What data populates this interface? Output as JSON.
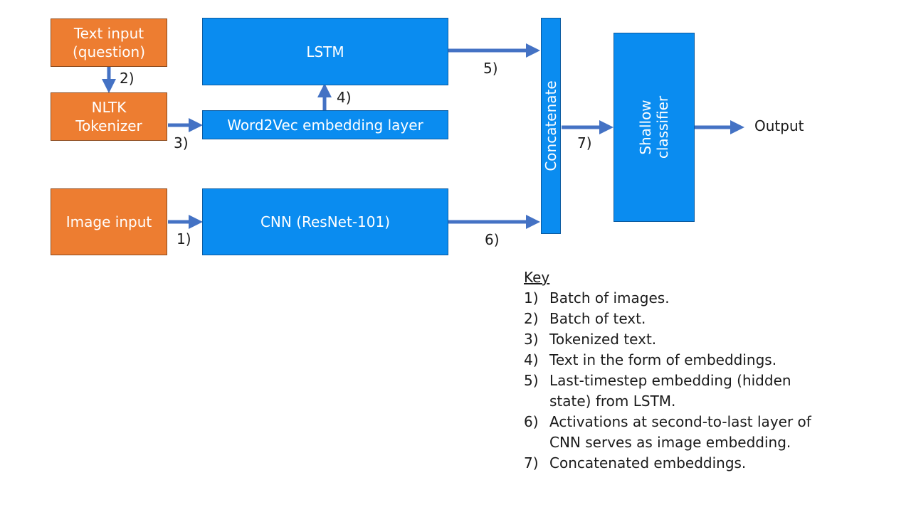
{
  "boxes": {
    "text_input": "Text input\n(question)",
    "nltk": "NLTK\nTokenizer",
    "image_input": "Image input",
    "lstm": "LSTM",
    "word2vec": "Word2Vec embedding layer",
    "cnn": "CNN (ResNet-101)",
    "concatenate": "Concatenate",
    "classifier": "Shallow\nclassifier"
  },
  "output_label": "Output",
  "arrow_labels": {
    "a1": "1)",
    "a2": "2)",
    "a3": "3)",
    "a4": "4)",
    "a5": "5)",
    "a6": "6)",
    "a7": "7)"
  },
  "colors": {
    "input_box": "#ED7D31",
    "model_box": "#0A8CF0",
    "arrow": "#4472C4"
  },
  "key": {
    "title": "Key",
    "items": [
      {
        "num": "1)",
        "text": "Batch of images."
      },
      {
        "num": "2)",
        "text": "Batch of text."
      },
      {
        "num": "3)",
        "text": "Tokenized text."
      },
      {
        "num": "4)",
        "text": "Text in the form of embeddings."
      },
      {
        "num": "5)",
        "text": "Last-timestep embedding (hidden state) from LSTM."
      },
      {
        "num": "6)",
        "text": "Activations at second-to-last layer of CNN serves as image embedding."
      },
      {
        "num": "7)",
        "text": "Concatenated embeddings."
      }
    ]
  }
}
